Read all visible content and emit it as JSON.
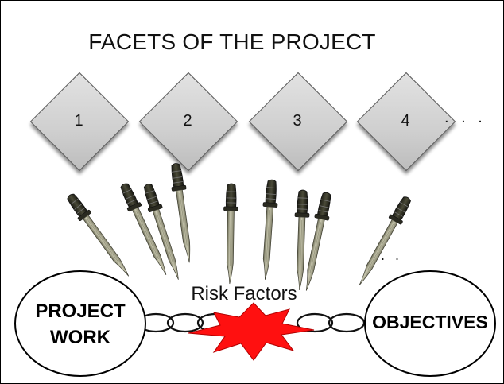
{
  "title": "FACETS OF THE PROJECT",
  "facets": [
    "1",
    "2",
    "3",
    "4"
  ],
  "facets_more": ". . .",
  "knives_more": ". .",
  "risk_label": "Risk Factors",
  "left_circle": {
    "line1": "PROJECT",
    "line2": "WORK"
  },
  "right_circle": "OBJECTIVES",
  "icons": {
    "knife": "knife-icon",
    "chain": "chain-icon",
    "burst": "explosion-burst-icon"
  },
  "colors": {
    "facet_fill": "#cfcfcf",
    "burst": "#ff1010",
    "outline": "#000000"
  }
}
